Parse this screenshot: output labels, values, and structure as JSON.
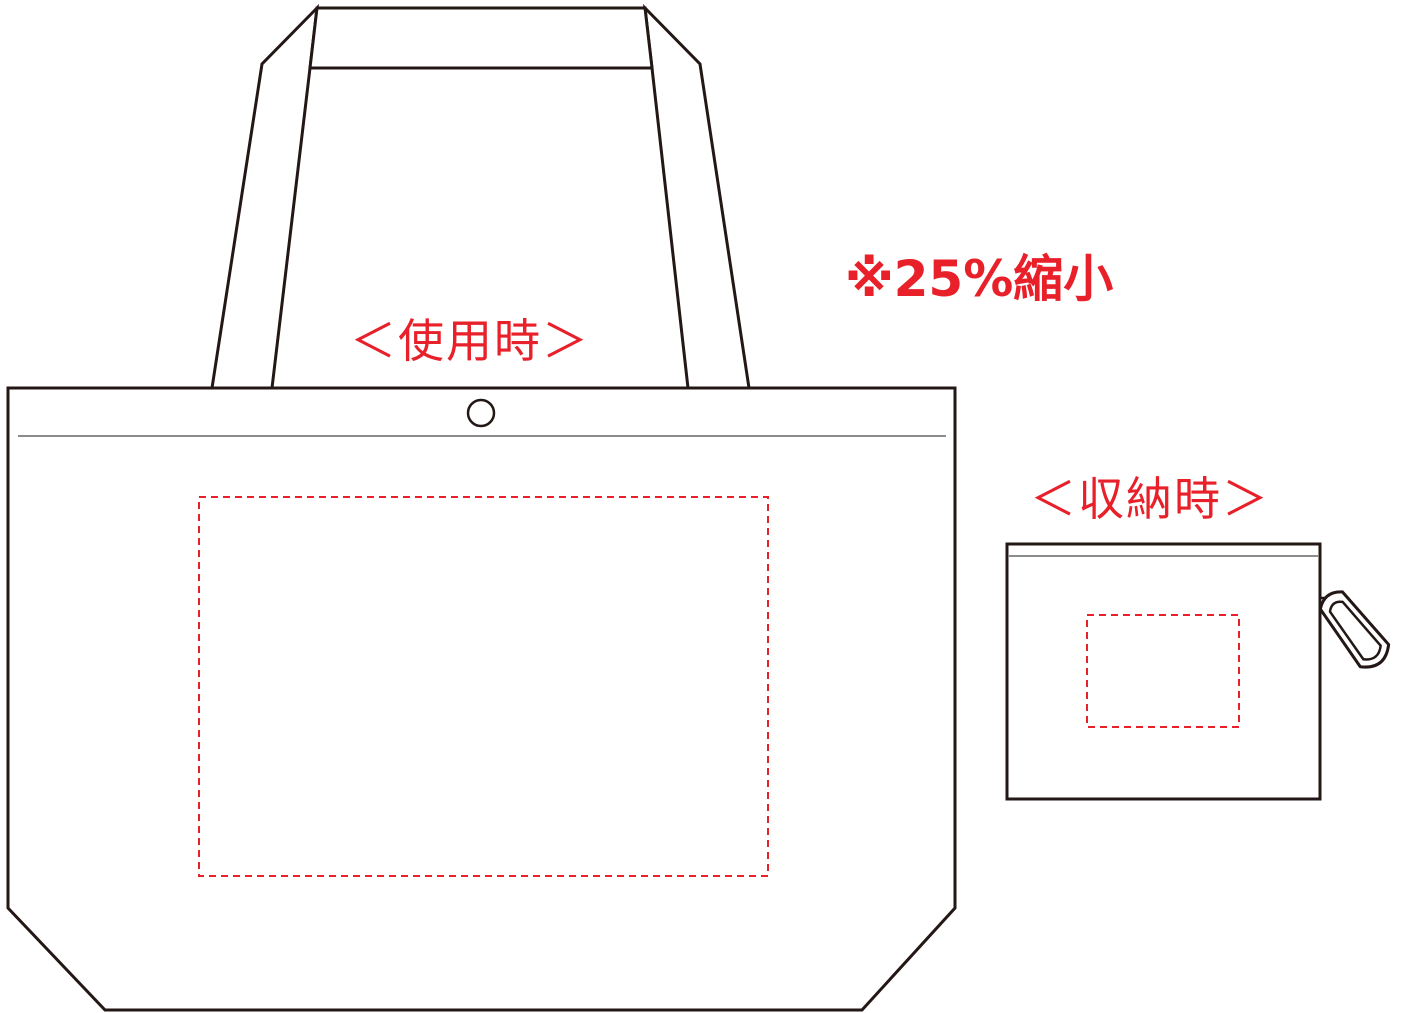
{
  "labels": {
    "in_use": "＜使用時＞",
    "stored": "＜収納時＞",
    "scale_note": "※25%縮小"
  },
  "colors": {
    "outline": "#231815",
    "print_area": "#e8202a",
    "stitch": "#9a9a9a",
    "label": "#e8202a"
  },
  "icons": {
    "snap_button": "snap-button-icon",
    "carabiner": "carabiner-icon"
  }
}
